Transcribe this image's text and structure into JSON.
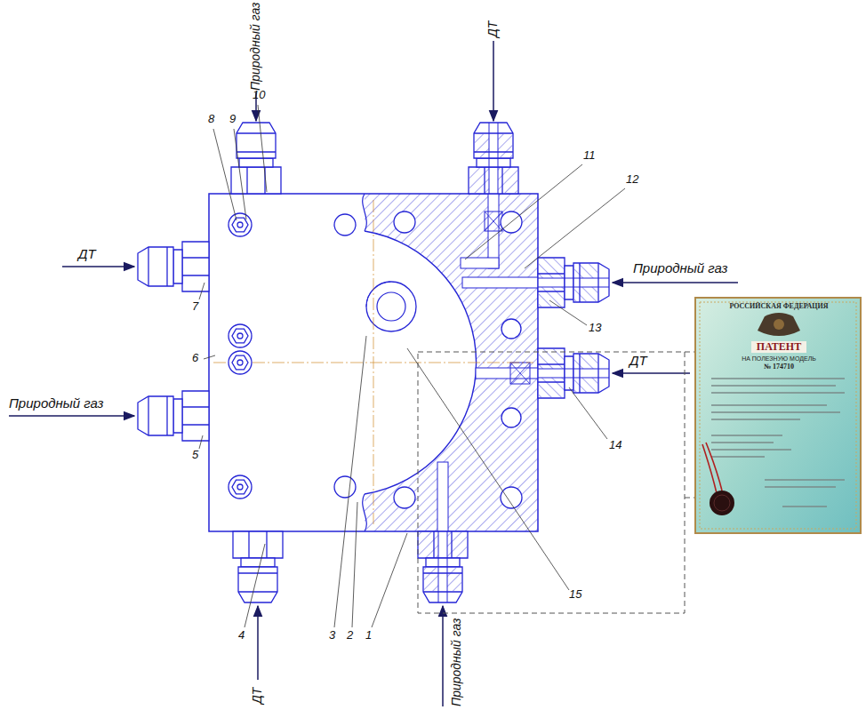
{
  "diagram": {
    "labels": [
      "10",
      "Природный газ",
      "ДТ",
      "8",
      "9",
      "11",
      "12",
      "ДТ",
      "Природный газ",
      "РОССИЙСКАЯ ФЕДЕРАЦИЯ",
      "7",
      "13",
      "ПАТЕНТ",
      "НА ПОЛЕЗНУЮ МОДЕЛЬ",
      "№ 174710",
      "6",
      "ДТ",
      "Природный газ",
      "14",
      "5",
      "15",
      "4",
      "3",
      "2",
      "1",
      "ДТ",
      "Природный газ"
    ]
  }
}
